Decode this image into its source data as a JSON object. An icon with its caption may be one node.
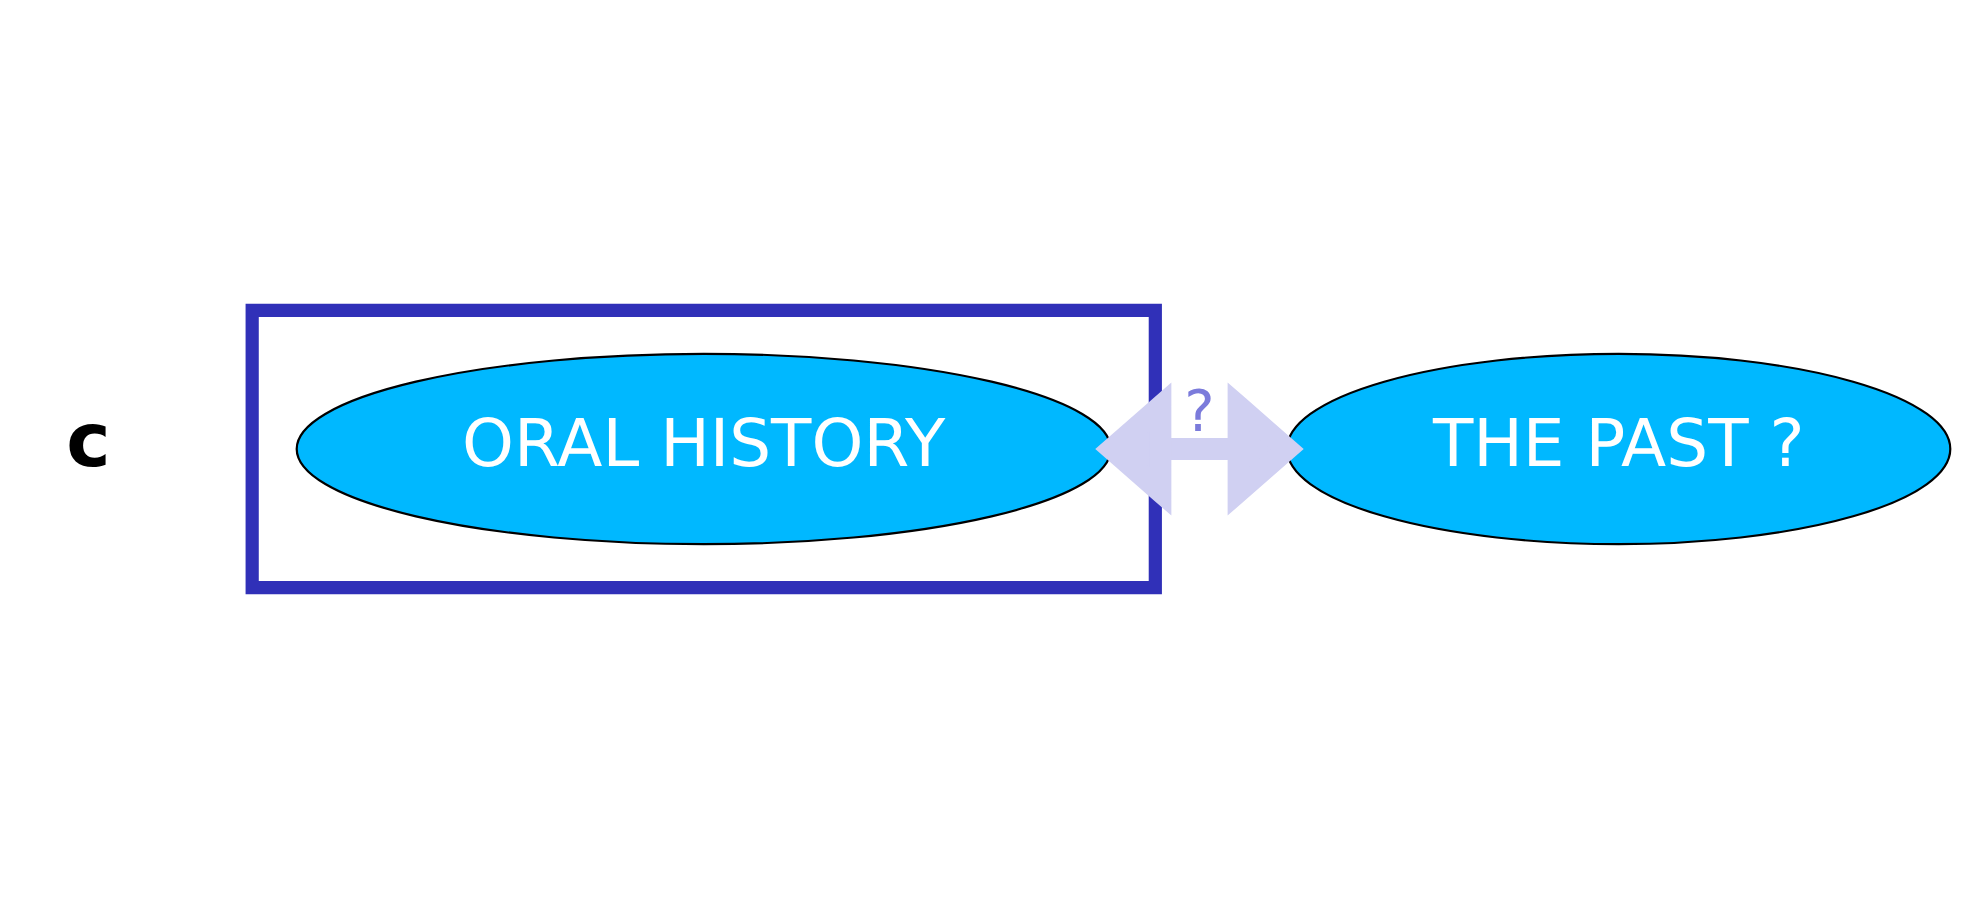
{
  "diagram": {
    "nodes": [
      {
        "text": [],
        "shape": "box"
      },
      {
        "text": [
          "ORAL HISTORY"
        ],
        "in": 0
      },
      {
        "text": [
          "THE PAST ?"
        ]
      }
    ],
    "edges": [
      {
        "from": 1,
        "to": 2,
        "arrow": "both",
        "label": "?"
      }
    ],
    "labels": [
      "c"
    ]
  }
}
